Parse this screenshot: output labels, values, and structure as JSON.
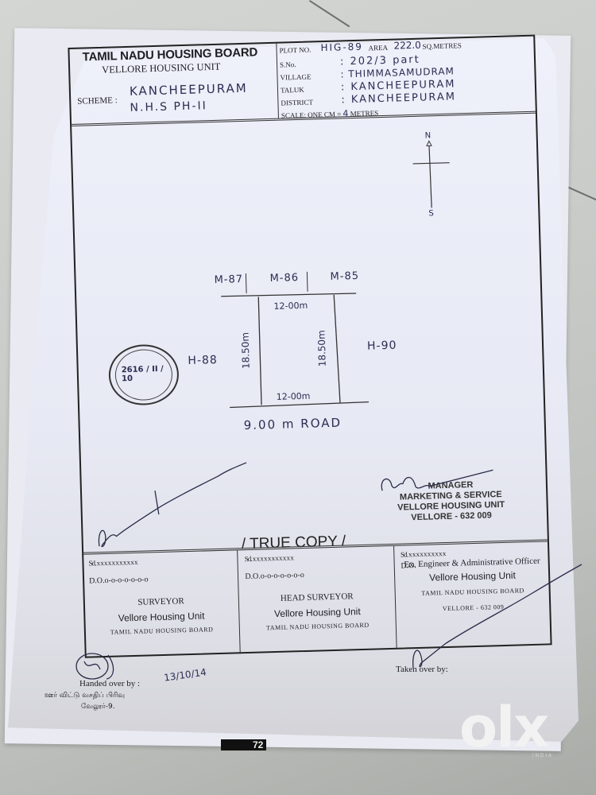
{
  "document": {
    "header": {
      "organization": "TAMIL NADU HOUSING BOARD",
      "unit": "VELLORE HOUSING UNIT",
      "scheme_label": "SCHEME :",
      "scheme_value_line1": "KANCHEEPURAM",
      "scheme_value_line2": "N.H.S  PH-II"
    },
    "plot_details": [
      {
        "label": "PLOT NO.",
        "value": "HIG-89",
        "extra_label": "AREA",
        "extra_value": "222.0",
        "extra_unit": "SQ.METRES"
      },
      {
        "label": "S.No.",
        "value": ": 202/3 part"
      },
      {
        "label": "VILLAGE",
        "value": ": THIMMASAMUDRAM"
      },
      {
        "label": "TALUK",
        "value": ": KANCHEEPURAM"
      },
      {
        "label": "DISTRICT",
        "value": ": KANCHEEPURAM"
      },
      {
        "label": "SCALE: ONE CM =",
        "value": "4",
        "unit": "METRES"
      }
    ],
    "compass": {
      "north": "N",
      "south": "S"
    },
    "plan": {
      "north_neighbours": [
        "M-87",
        "M-86",
        "M-85"
      ],
      "west_neighbour": "H-88",
      "east_neighbour": "H-90",
      "top_dimension": "12-00m",
      "bottom_dimension": "12-00m",
      "left_dimension": "18.50m",
      "right_dimension": "18.50m",
      "road": "9.00 m ROAD"
    },
    "seal_text": "2616 / II / 10",
    "signature_left": "G. muthupandian...",
    "true_copy": "/ TRUE COPY /",
    "manager_stamp": {
      "line1": "MANAGER",
      "line2": "MARKETING & SERVICE",
      "line3": "VELLORE HOUSING UNIT",
      "line4": "VELLORE - 632 009"
    },
    "signature_blocks": [
      {
        "sd": "Sd. x x x x x x x x x x x",
        "doc": "D.O.o-o-o-o-o-o-o",
        "title": "SURVEYOR",
        "unit": "Vellore Housing Unit",
        "board": "TAMIL NADU HOUSING BOARD",
        "address": ""
      },
      {
        "sd": "Sd. x x x x x x x x x x x",
        "doc": "D.O.o-o-o-o-o-o-o",
        "title": "HEAD SURVEYOR",
        "unit": "Vellore Housing Unit",
        "board": "TAMIL NADU HOUSING BOARD",
        "address": ""
      },
      {
        "sd": "Sd. x x x x x x x x x x",
        "doc": "D.O.",
        "title": "Ex. Engineer & Administrative Officer",
        "unit": "Vellore Housing Unit",
        "board": "TAMIL NADU HOUSING BOARD",
        "address": "VELLORE - 632 009"
      }
    ],
    "handed_over": {
      "label": "Handed over by :",
      "date": "13/10/14",
      "tamil_line1": "ஊர் விட்டு வசதிப் பிரிவு",
      "tamil_line2": "வேலூர்-9."
    },
    "taken_over": {
      "label": "Taken over by:"
    },
    "bottom_stamp": "72"
  },
  "watermark": {
    "brand": "olx",
    "sub": "INDIA"
  },
  "colors": {
    "paper": "#eceef8",
    "ink": "#2b2d52",
    "print": "#1e1e22",
    "floor": "#c9ccc8"
  }
}
